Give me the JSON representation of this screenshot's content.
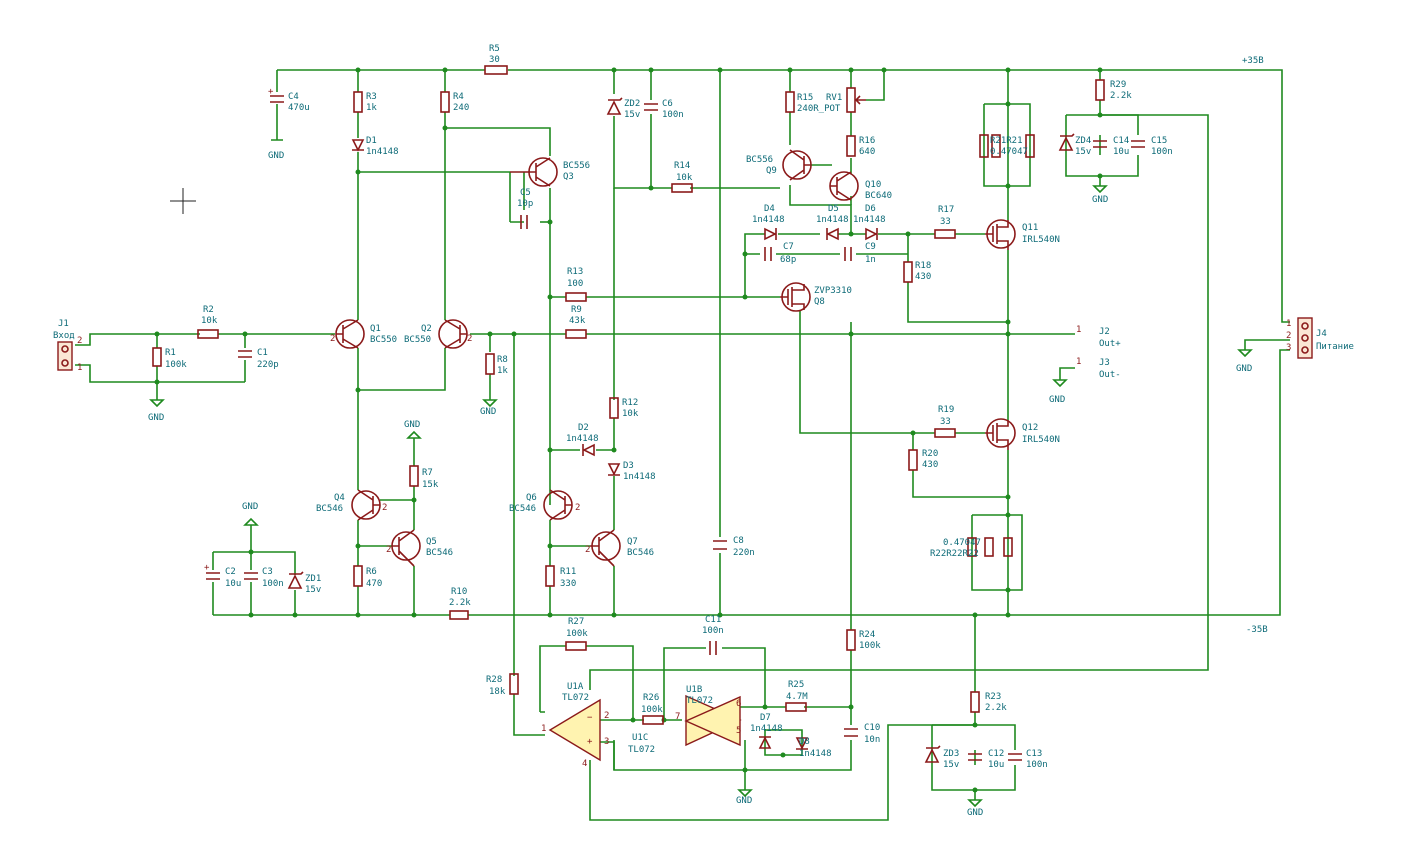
{
  "colors": {
    "wire": "#1f8a1f",
    "component": "#8b1a1a",
    "label": "#0e6b78",
    "opamp_fill": "#fff3b0"
  },
  "rails": {
    "pos": "+35В",
    "neg": "-35В"
  },
  "labels": {
    "r5": "R5",
    "r5v": "30",
    "c4": "C4",
    "c4v": "470u",
    "gnd1": "GND",
    "r3": "R3",
    "r3v": "1k",
    "r4": "R4",
    "r4v": "240",
    "d1": "D1",
    "d1v": "1n4148",
    "zd2": "ZD2",
    "zd2v": "15v",
    "c6": "C6",
    "c6v": "100n",
    "r15": "R15",
    "r15v": "240R_POT",
    "rv1": "RV1",
    "r16": "R16",
    "r16v": "640",
    "r29": "R29",
    "r29v": "2.2k",
    "zd4": "ZD4",
    "zd4v": "15v",
    "c14": "C14",
    "c14v": "10u",
    "c15": "C15",
    "c15v": "100n",
    "gnd2": "GND",
    "r21grp": "R21R21",
    "r21val": "0.47047",
    "q3": "Q3",
    "q3v": "BC556",
    "c5": "C5",
    "c5v": "10p",
    "r14": "R14",
    "r14v": "10k",
    "q9": "Q9",
    "q9v": "BC556",
    "q10": "Q10",
    "q10v": "BC640",
    "d4": "D4",
    "d4v": "1n4148",
    "d5": "D5",
    "d5v": "1n4148",
    "d6": "D6",
    "d6v": "1n4148",
    "r17": "R17",
    "r17v": "33",
    "q11": "Q11",
    "q11v": "IRL540N",
    "c7": "C7",
    "c7v": "68p",
    "c9": "C9",
    "c9v": "1n",
    "r18": "R18",
    "r18v": "430",
    "r13": "R13",
    "r13v": "100",
    "q8": "Q8",
    "q8v": "ZVP3310",
    "r9": "R9",
    "r9v": "43k",
    "j1": "J1",
    "j1v": "Вход",
    "r2": "R2",
    "r2v": "10k",
    "r1": "R1",
    "r1v": "100k",
    "gnd3": "GND",
    "c1": "C1",
    "c1v": "220p",
    "q1": "Q1",
    "q1v": "BC550",
    "q2": "Q2",
    "q2v": "BC550",
    "r8": "R8",
    "r8v": "1k",
    "gnd4": "GND",
    "j2": "J2",
    "j2v": "Out+",
    "j3": "J3",
    "j3v": "Out-",
    "gnd5": "GND",
    "j4": "J4",
    "j4v": "Питание",
    "gnd6": "GND",
    "r12": "R12",
    "r12v": "10k",
    "d2": "D2",
    "d2v": "1n4148",
    "d3": "D3",
    "d3v": "1n4148",
    "r19": "R19",
    "r19v": "33",
    "q12": "Q12",
    "q12v": "IRL540N",
    "r20": "R20",
    "r20v": "430",
    "r22grp": "R22R22R22",
    "r22val": "0.47047",
    "gnd7": "GND",
    "r7": "R7",
    "r7v": "15k",
    "q4": "Q4",
    "q4v": "BC546",
    "q5": "Q5",
    "q5v": "BC546",
    "q6": "Q6",
    "q6v": "BC546",
    "q7": "Q7",
    "q7v": "BC546",
    "gnd8": "GND",
    "c2": "C2",
    "c2v": "10u",
    "c3": "C3",
    "c3v": "100n",
    "zd1": "ZD1",
    "zd1v": "15v",
    "r6": "R6",
    "r6v": "470",
    "r11": "R11",
    "r11v": "330",
    "c8": "C8",
    "c8v": "220n",
    "r10": "R10",
    "r10v": "2.2k",
    "r27": "R27",
    "r27v": "100k",
    "c11": "C11",
    "c11v": "100n",
    "r24": "R24",
    "r24v": "100k",
    "r28": "R28",
    "r28v": "18k",
    "u1a": "U1A",
    "u1av": "TL072",
    "r26": "R26",
    "r26v": "100k",
    "u1b": "U1B",
    "u1bv": "TL072",
    "u1c": "U1C",
    "u1cv": "TL072",
    "r25": "R25",
    "r25v": "4.7M",
    "d7": "D7",
    "d7v": "1n4148",
    "d8": "D8",
    "d8v": "1n4148",
    "c10": "C10",
    "c10v": "10n",
    "gnd9": "GND",
    "r23": "R23",
    "r23v": "2.2k",
    "zd3": "ZD3",
    "zd3v": "15v",
    "c12": "C12",
    "c12v": "10u",
    "c13": "C13",
    "c13v": "100n",
    "gnd10": "GND"
  }
}
